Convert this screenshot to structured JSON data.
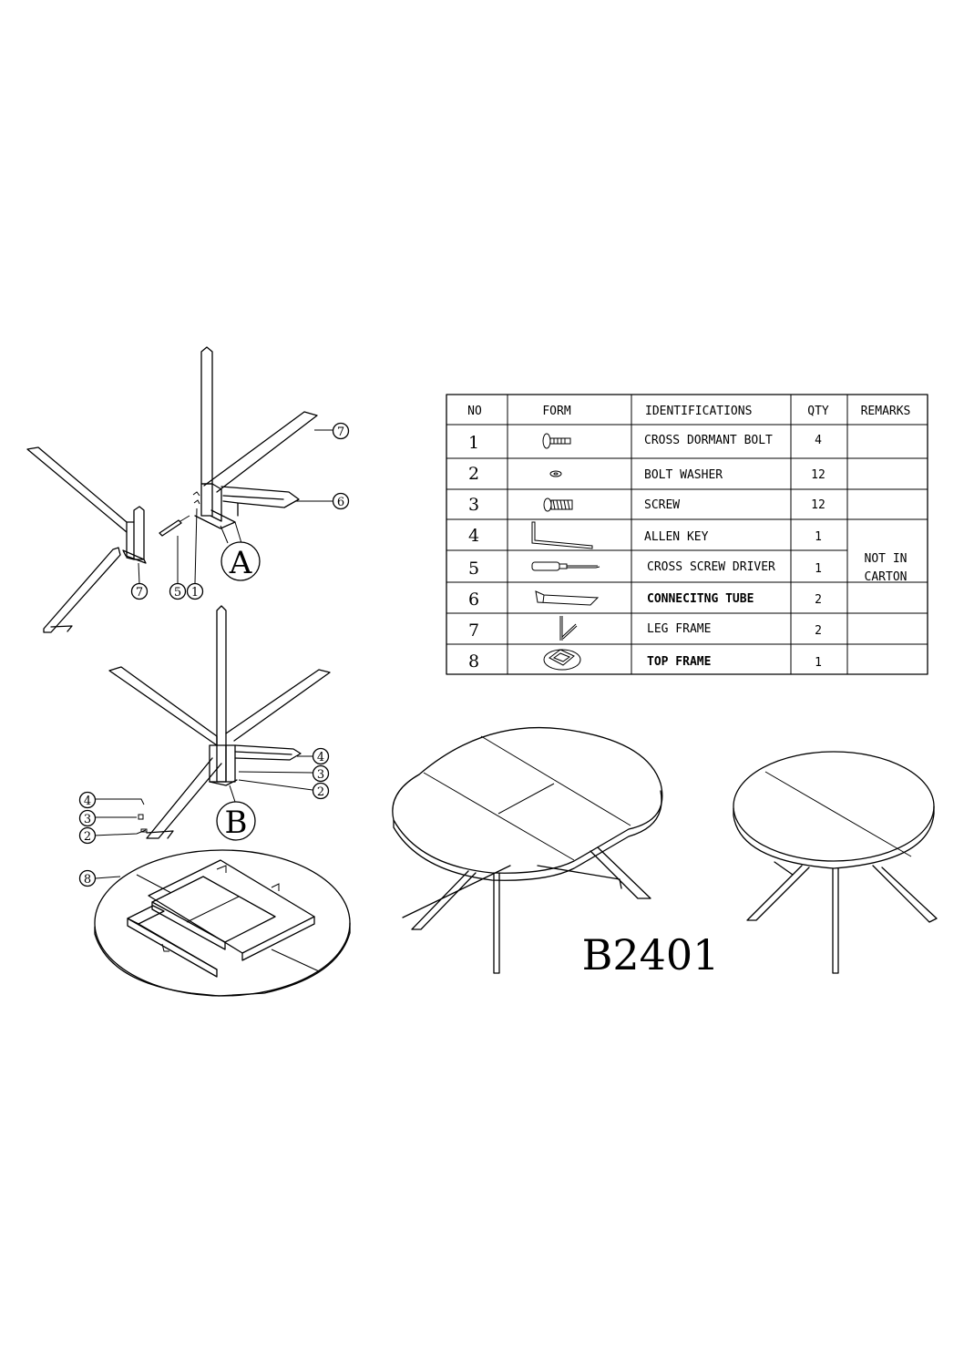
{
  "table": {
    "headers": {
      "no": "NO",
      "form": "FORM",
      "identification": "IDENTIFICATIONS",
      "qty": "QTY",
      "remarks": "REMARKS"
    },
    "rows": [
      {
        "no": "1",
        "form_icon": "cross-dormant-bolt-icon",
        "identification": "CROSS DORMANT BOLT",
        "qty": "4",
        "remarks": ""
      },
      {
        "no": "2",
        "form_icon": "bolt-washer-icon",
        "identification": "BOLT WASHER",
        "qty": "12",
        "remarks": ""
      },
      {
        "no": "3",
        "form_icon": "screw-icon",
        "identification": "SCREW",
        "qty": "12",
        "remarks": ""
      },
      {
        "no": "4",
        "form_icon": "allen-key-icon",
        "identification": "ALLEN KEY",
        "qty": "1",
        "remarks": ""
      },
      {
        "no": "5",
        "form_icon": "cross-screw-driver-icon",
        "identification": "CROSS SCREW DRIVER",
        "qty": "1",
        "remarks": ""
      },
      {
        "no": "6",
        "form_icon": "connecting-tube-icon",
        "identification": "CONNECITNG TUBE",
        "qty": "2",
        "remarks": ""
      },
      {
        "no": "7",
        "form_icon": "leg-frame-icon",
        "identification": "LEG FRAME",
        "qty": "2",
        "remarks": ""
      },
      {
        "no": "8",
        "form_icon": "top-frame-icon",
        "identification": "TOP FRAME",
        "qty": "1",
        "remarks": ""
      }
    ],
    "remark_note": {
      "line1": "NOT IN",
      "line2": "CARTON"
    }
  },
  "steps": {
    "a": "A",
    "b": "B"
  },
  "callouts": {
    "top_leg_7": "7",
    "top_tube_6": "6",
    "left_leg_7": "7",
    "driver_5": "5",
    "bolt_1": "1",
    "b_key_4": "4",
    "b_screw_3": "3",
    "b_washer_2": "2",
    "left_key_4": "4",
    "left_screw_3": "3",
    "left_washer_2": "2",
    "top_frame_8": "8"
  },
  "model": "B2401"
}
